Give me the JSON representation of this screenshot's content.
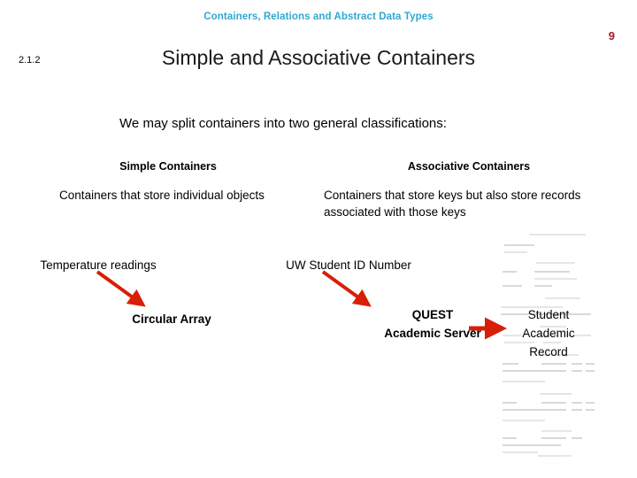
{
  "slide": {
    "header_title": "Containers, Relations and Abstract Data Types",
    "page_number": "9",
    "section_number": "2.1.2",
    "title": "Simple and Associative Containers",
    "intro": "We may split containers into two general classifications:",
    "columns": [
      {
        "heading": "Simple Containers",
        "description": "Containers that store individual objects",
        "example": "Temperature readings",
        "node": "Circular Array"
      },
      {
        "heading": "Associative Containers",
        "description": "Containers that store keys but also store records associated with those keys",
        "example": "UW Student ID Number",
        "node": "QUEST Academic Server",
        "node_secondary": "Student Academic Record"
      }
    ],
    "arrows": [
      {
        "name": "arrow-simple-to-circular-array",
        "direction": "down-right"
      },
      {
        "name": "arrow-assoc-to-quest-server",
        "direction": "down-right"
      },
      {
        "name": "arrow-quest-to-student-record",
        "direction": "right"
      }
    ],
    "colors": {
      "header": "#30A8D0",
      "page_number": "#A51B29",
      "arrow": "#D81E05",
      "text": "#000000",
      "background": "#FFFFFF"
    },
    "background_image_caption": "faint scanned academic transcript"
  }
}
